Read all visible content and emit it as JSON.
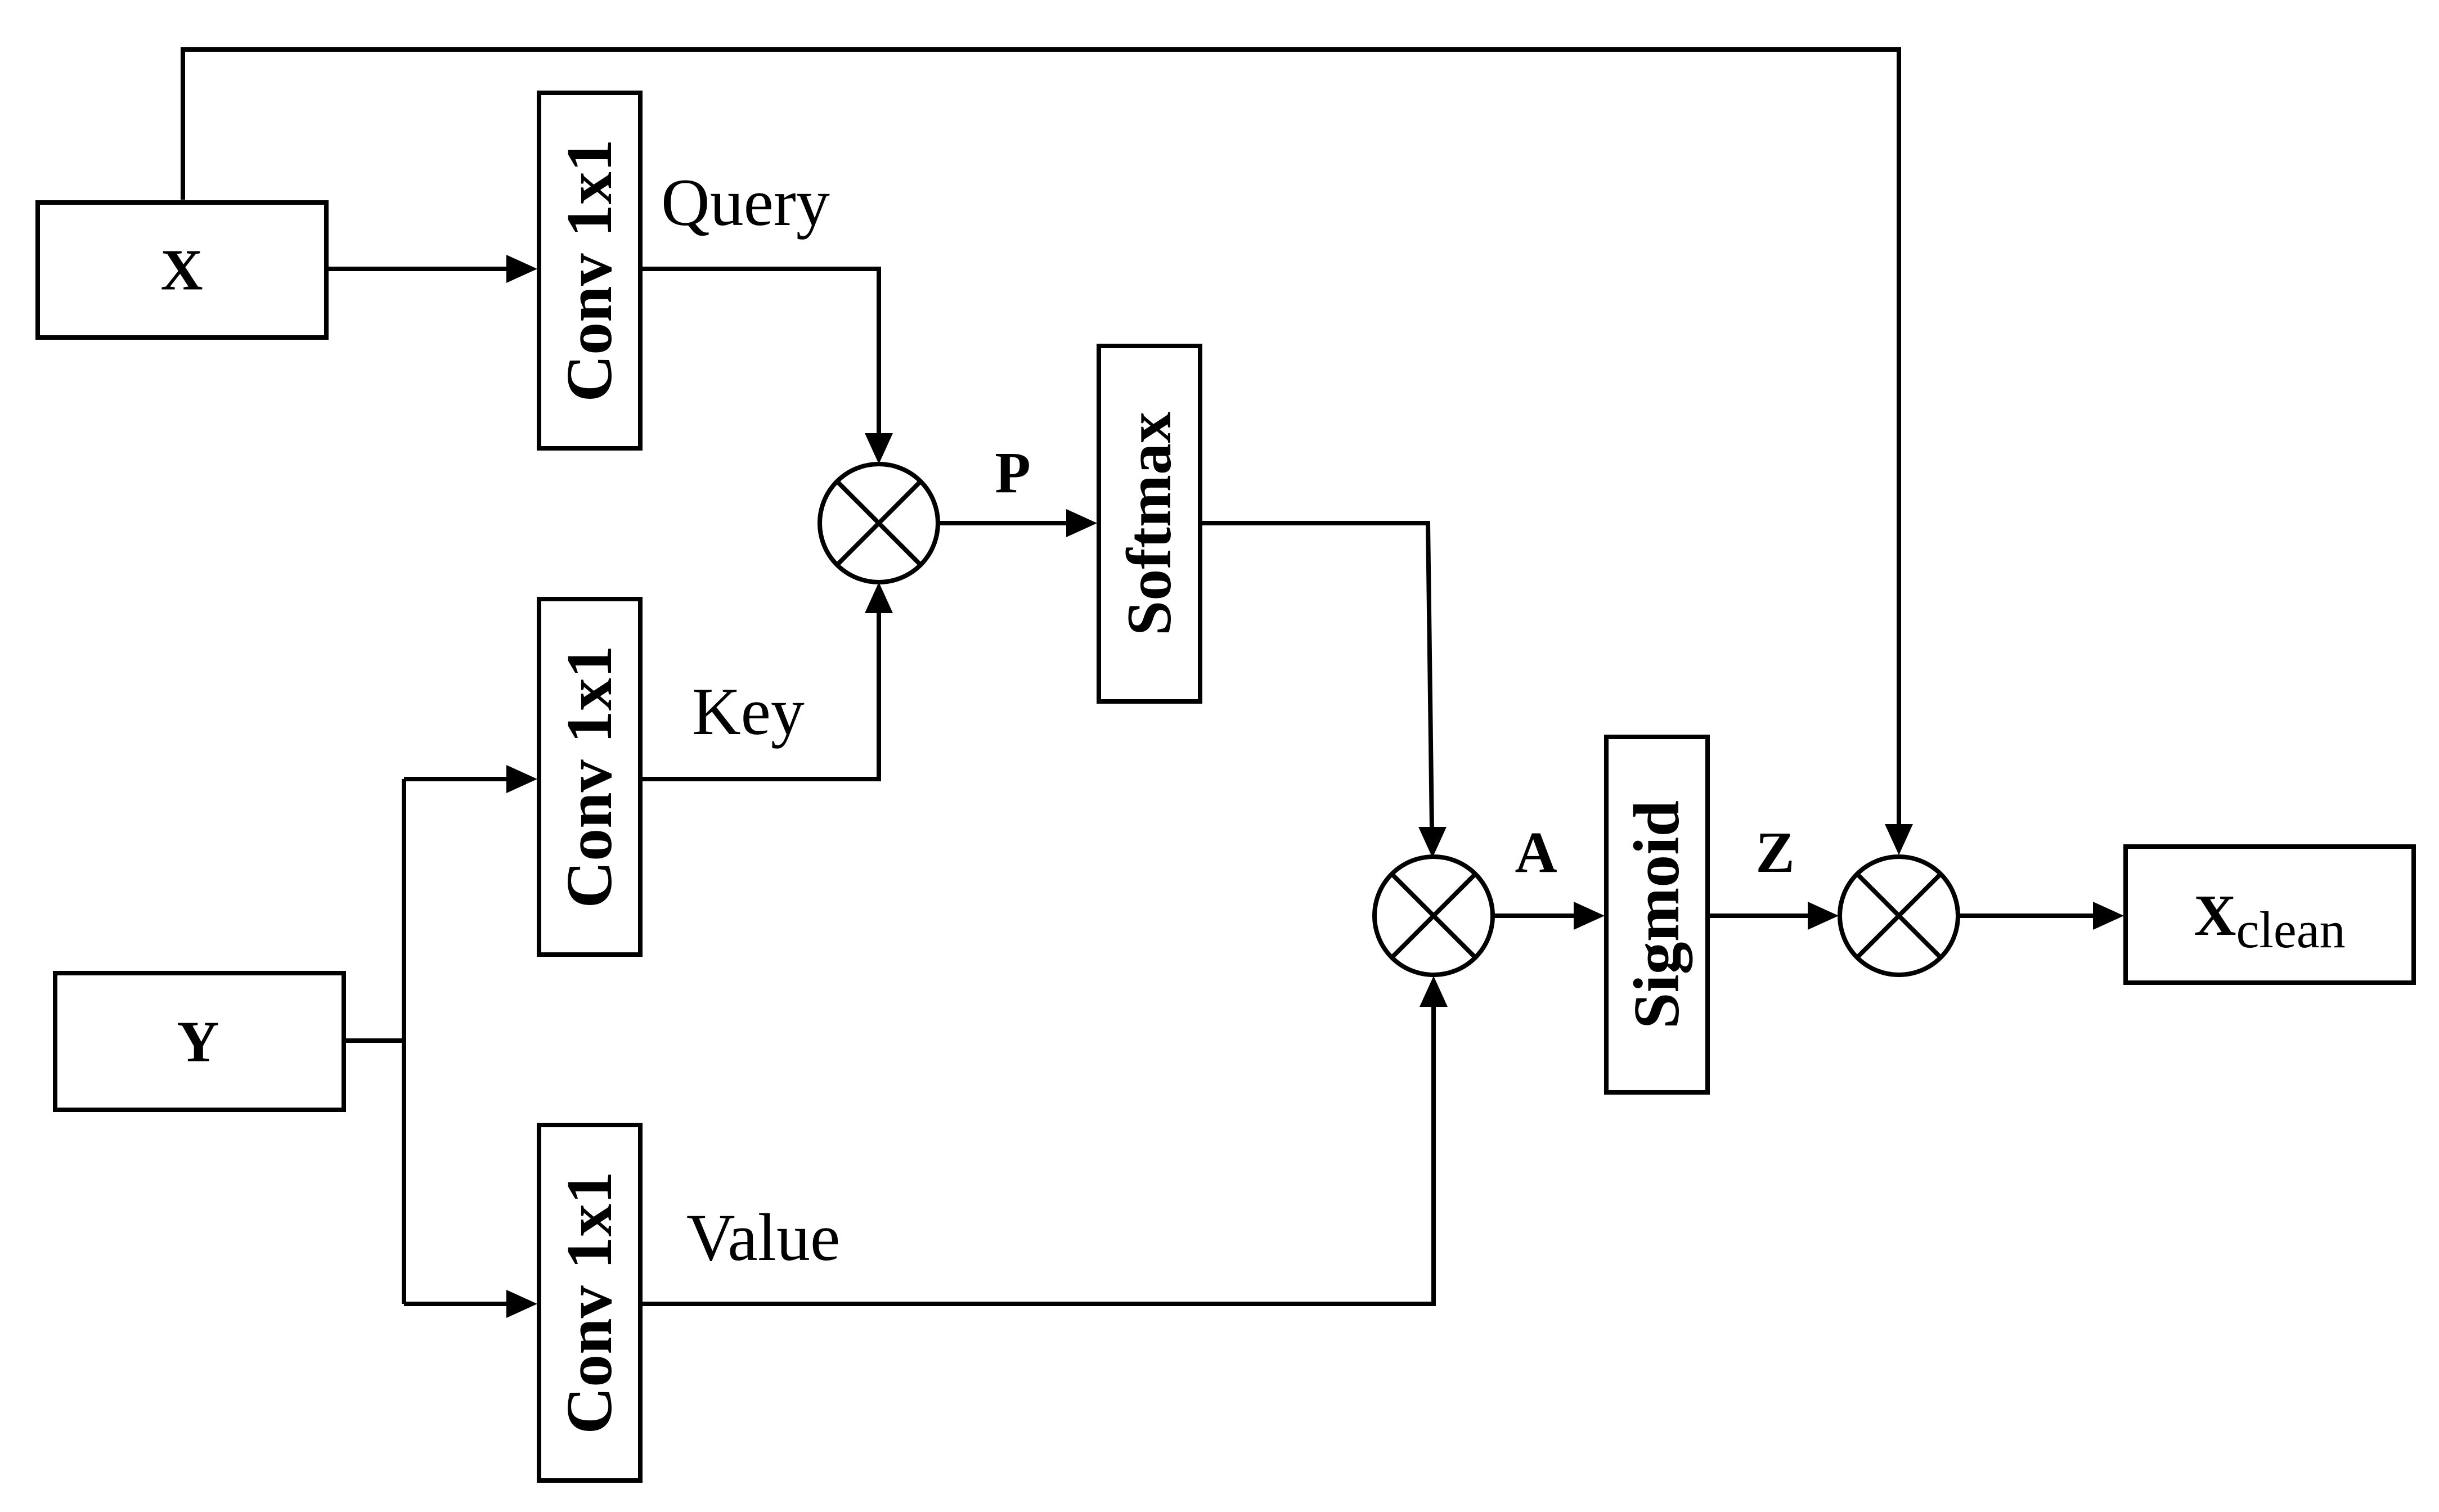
{
  "nodes": {
    "x_input": "X",
    "y_input": "Y",
    "conv_query": "Conv 1x1",
    "conv_key": "Conv 1x1",
    "conv_value": "Conv 1x1",
    "softmax": "Softmax",
    "sigmoid": "Sigmoid",
    "output_main": "X",
    "output_sub": "clean"
  },
  "edge_labels": {
    "query": "Query",
    "key": "Key",
    "value": "Value",
    "p": "P",
    "a": "A",
    "z": "Z"
  },
  "operators": [
    "multiply",
    "multiply",
    "multiply"
  ],
  "colors": {
    "stroke": "#000000",
    "background": "#ffffff"
  }
}
